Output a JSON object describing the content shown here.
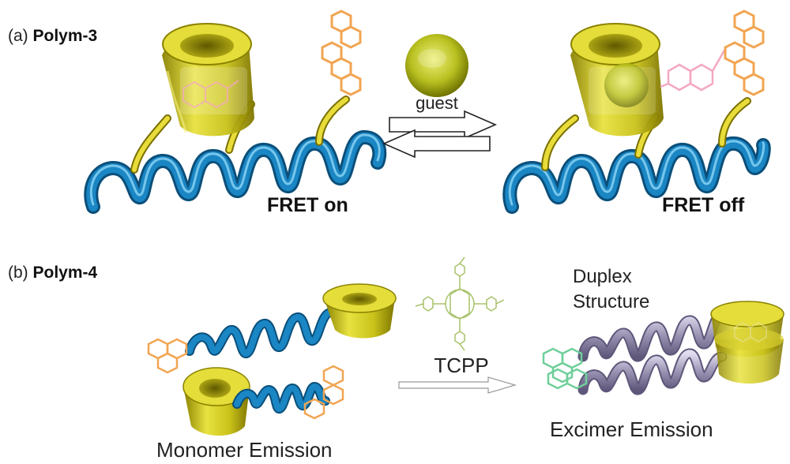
{
  "panel_a": {
    "label_prefix": "(a) ",
    "label_name": "Polym-3",
    "guest_label": "guest",
    "left_state": "FRET on",
    "right_state": "FRET off"
  },
  "panel_b": {
    "label_prefix": "(b) ",
    "label_name": "Polym-4",
    "reagent_label": "TCPP",
    "product_label_line1": "Duplex",
    "product_label_line2": "Structure",
    "left_caption": "Monomer Emission",
    "right_caption": "Excimer Emission"
  },
  "colors": {
    "helix_blue": "#1a86c4",
    "helix_grey": "#9a93b3",
    "cyclodextrin_yellow": "#c9c21a",
    "linker_yellow": "#d2c520",
    "pyrene_orange": "#f2a552",
    "pyrene_green": "#6fcf9a",
    "coumarin_pink": "#f4a8c0",
    "guest_green": "#b8c020"
  }
}
